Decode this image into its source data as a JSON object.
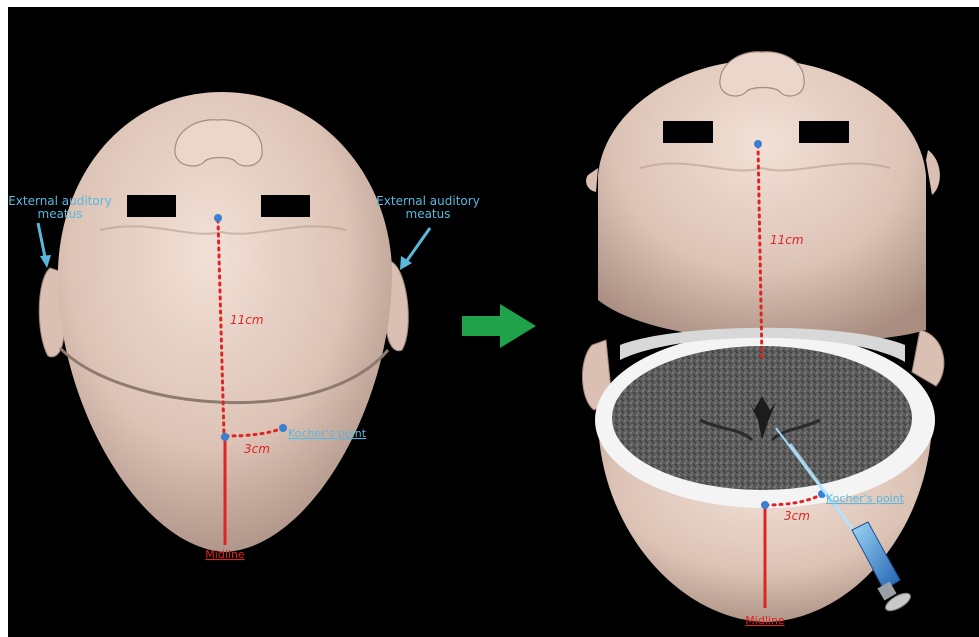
{
  "left_panel": {
    "label_ear_left": [
      "External auditory",
      "meatus"
    ],
    "label_ear_right": [
      "External auditory",
      "meatus"
    ],
    "measure_long": "11cm",
    "measure_short": "3cm",
    "label_kocher": "Kocher's point",
    "label_midline": "Midline"
  },
  "right_panel": {
    "measure_long": "11cm",
    "measure_short": "3cm",
    "label_kocher": "Kocher's point",
    "label_midline": "Midline"
  },
  "colors": {
    "background": "#000000",
    "skin": "#e4cfc4",
    "measure_red": "#e02424",
    "label_blue": "#5ab8de",
    "arrow_green": "#1fa24a",
    "instrument_blue": "#2f7fd8"
  }
}
